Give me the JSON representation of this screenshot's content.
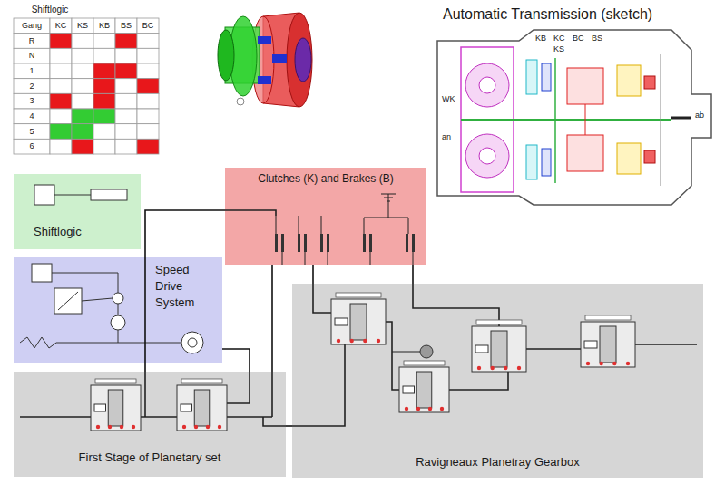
{
  "diagram": {
    "title": "Automatic Transmission (sketch)",
    "nodes": [
      {
        "text": [
          "Shiftlogic"
        ]
      },
      {
        "text": [
          "Clutches (K) and Brakes (B)"
        ]
      },
      {
        "text": [
          "Speed Drive System"
        ]
      },
      {
        "text": [
          "First Stage of Planetary set"
        ]
      },
      {
        "text": [
          "Ravigneaux Planetray Gearbox"
        ]
      }
    ],
    "edges": [
      {
        "from": 3,
        "to": 1,
        "arrow": "none"
      },
      {
        "from": 2,
        "to": 3,
        "arrow": "none"
      },
      {
        "from": 1,
        "to": 4,
        "arrow": "none"
      },
      {
        "from": 1,
        "to": 4,
        "arrow": "none"
      },
      {
        "from": 1,
        "to": 3,
        "arrow": "none"
      },
      {
        "from": 3,
        "to": 4,
        "arrow": "none"
      }
    ],
    "labels": [
      "Shiftlogic",
      "Gang",
      "KC",
      "KS",
      "KB",
      "BS",
      "BC",
      "R",
      "N",
      "1",
      "2",
      "3",
      "4",
      "5",
      "6",
      "KB",
      "KC",
      "BC",
      "BS",
      "KS",
      "WK",
      "an",
      "ab"
    ]
  }
}
